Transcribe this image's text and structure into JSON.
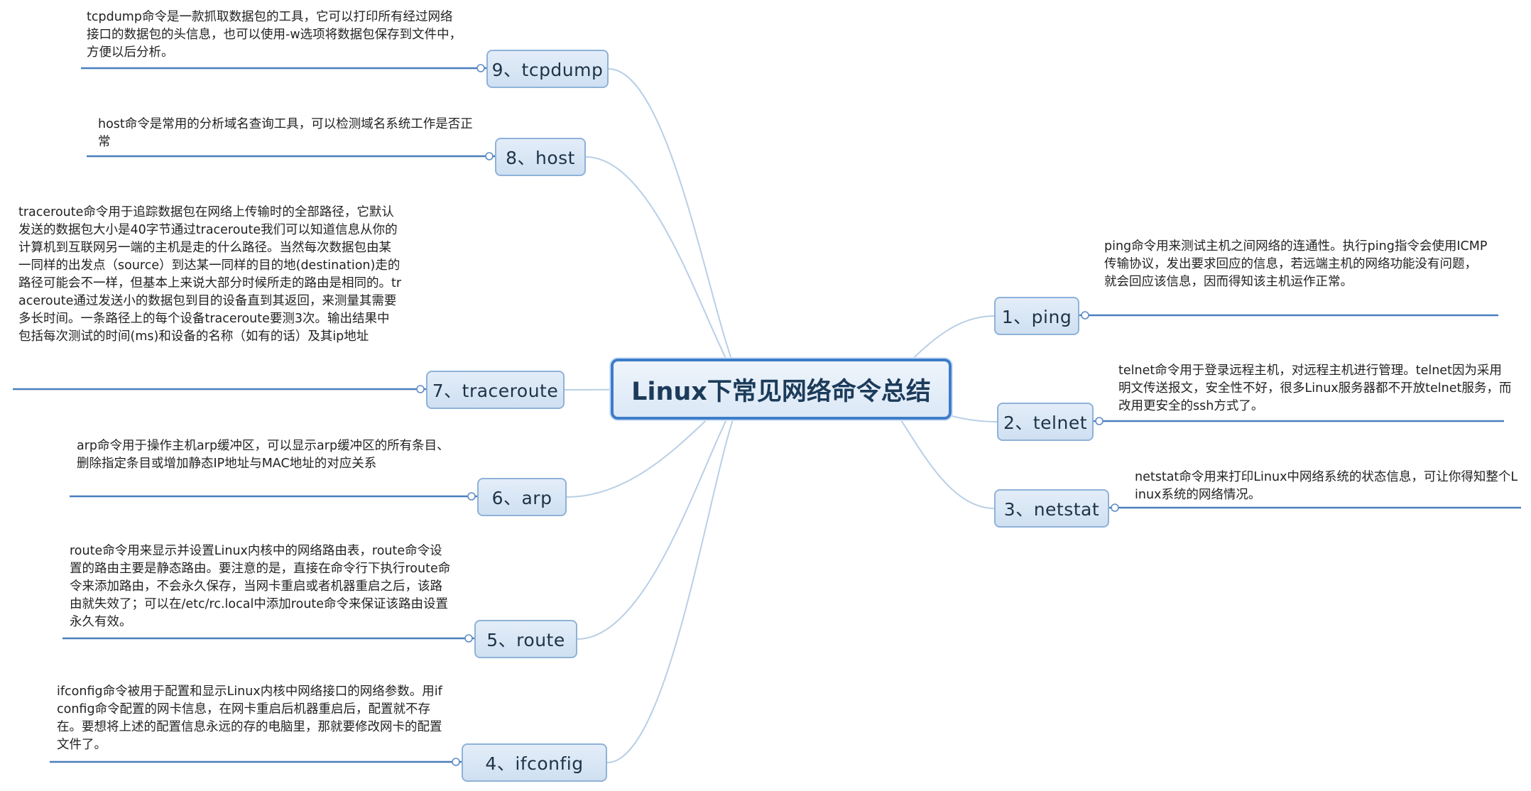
{
  "central": {
    "title": "Linux下常见网络命令总结"
  },
  "colors": {
    "link_line": "#b9cfe6",
    "note_underline": "#4a7fbe",
    "connector_dot": "#5f8cc4"
  },
  "branches": [
    {
      "id": "ping",
      "label": "1、ping",
      "note": "ping命令用来测试主机之间网络的连通性。执行ping指令会使用ICMP传输协议，发出要求回应的信息，若远端主机的网络功能没有问题，就会回应该信息，因而得知该主机运作正常。"
    },
    {
      "id": "telnet",
      "label": "2、telnet",
      "note": "telnet命令用于登录远程主机，对远程主机进行管理。telnet因为采用明文传送报文，安全性不好，很多Linux服务器都不开放telnet服务，而改用更安全的ssh方式了。"
    },
    {
      "id": "netstat",
      "label": "3、netstat",
      "note": "netstat命令用来打印Linux中网络系统的状态信息，可让你得知整个Linux系统的网络情况。"
    },
    {
      "id": "ifconfig",
      "label": "4、ifconfig",
      "note": "ifconfig命令被用于配置和显示Linux内核中网络接口的网络参数。用ifconfig命令配置的网卡信息，在网卡重启后机器重启后，配置就不存在。要想将上述的配置信息永远的存的电脑里，那就要修改网卡的配置文件了。"
    },
    {
      "id": "route",
      "label": "5、route",
      "note": "route命令用来显示并设置Linux内核中的网络路由表，route命令设置的路由主要是静态路由。要注意的是，直接在命令行下执行route命令来添加路由，不会永久保存，当网卡重启或者机器重启之后，该路由就失效了；可以在/etc/rc.local中添加route命令来保证该路由设置永久有效。"
    },
    {
      "id": "arp",
      "label": "6、arp",
      "note": "arp命令用于操作主机arp缓冲区，可以显示arp缓冲区的所有条目、删除指定条目或增加静态IP地址与MAC地址的对应关系"
    },
    {
      "id": "traceroute",
      "label": "7、traceroute",
      "note": "traceroute命令用于追踪数据包在网络上传输时的全部路径，它默认发送的数据包大小是40字节通过traceroute我们可以知道信息从你的计算机到互联网另一端的主机是走的什么路径。当然每次数据包由某一同样的出发点（source）到达某一同样的目的地(destination)走的路径可能会不一样，但基本上来说大部分时候所走的路由是相同的。traceroute通过发送小的数据包到目的设备直到其返回，来测量其需要多长时间。一条路径上的每个设备traceroute要测3次。输出结果中包括每次测试的时间(ms)和设备的名称（如有的话）及其ip地址"
    },
    {
      "id": "host",
      "label": "8、host",
      "note": "host命令是常用的分析域名查询工具，可以检测域名系统工作是否正常"
    },
    {
      "id": "tcpdump",
      "label": "9、tcpdump",
      "note": "tcpdump命令是一款抓取数据包的工具，它可以打印所有经过网络接口的数据包的头信息，也可以使用-w选项将数据包保存到文件中，方便以后分析。"
    }
  ]
}
